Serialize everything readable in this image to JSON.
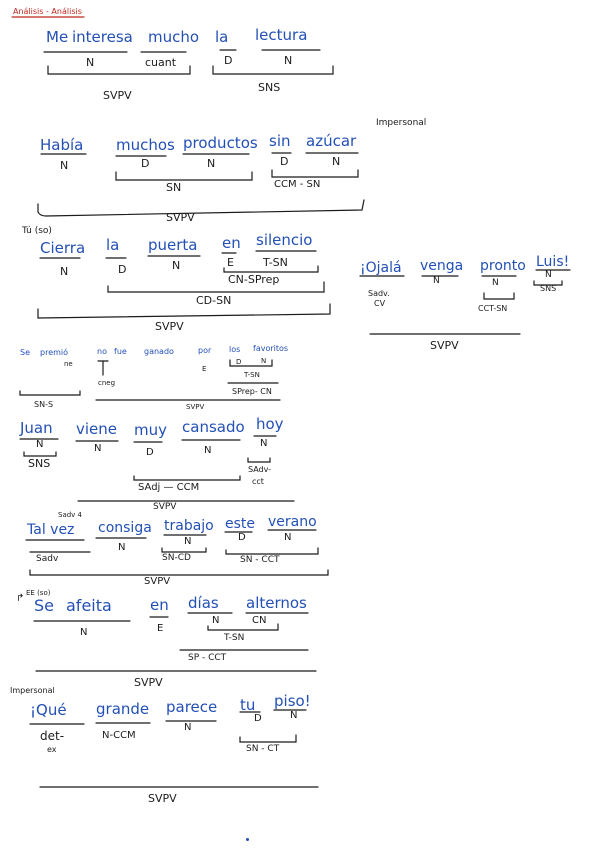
{
  "header": {
    "title": "Análisis - Análisis"
  },
  "s1": {
    "words": [
      "Me",
      "interesa",
      "mucho",
      "la",
      "lectura"
    ],
    "tags": {
      "n1": "N",
      "cuant": "cuant",
      "d": "D",
      "n2": "N"
    },
    "groups": {
      "svpv": "SVPV",
      "sns": "SNS"
    }
  },
  "s2": {
    "note": "Impersonal",
    "words": [
      "Había",
      "muchos",
      "productos",
      "sin",
      "azúcar"
    ],
    "tags": {
      "n1": "N",
      "d1": "D",
      "n2": "N",
      "d2": "D",
      "n3": "N"
    },
    "groups": {
      "sn": "SN",
      "ccm": "CCM - SN",
      "svpv": "SVPV"
    }
  },
  "s3": {
    "note": "Tú (so)",
    "words": [
      "Cierra",
      "la",
      "puerta",
      "en",
      "silencio"
    ],
    "tags": {
      "n1": "N",
      "d": "D",
      "n2": "N",
      "e": "E",
      "tsn": "T-SN"
    },
    "groups": {
      "cnsprep": "CN-SPrep",
      "cdsn": "CD-SN",
      "svpv": "SVPV"
    }
  },
  "s4": {
    "words": [
      "¡Ojalá",
      "venga",
      "pronto",
      "Luis!"
    ],
    "tags": {
      "sadv": "Sadv.",
      "cv": "CV",
      "n1": "N",
      "n2": "N",
      "n3": "N"
    },
    "groups": {
      "sns": "SNS",
      "cctsn": "CCT-SN",
      "svpv": "SVPV"
    }
  },
  "s5": {
    "words": [
      "Se",
      "premió",
      "no",
      "fue",
      "ganado",
      "por",
      "los",
      "favoritos"
    ],
    "tags": {
      "ne": "ne",
      "cneg": "cneg",
      "e": "E",
      "d": "D",
      "n": "N",
      "tsn": "T-SN"
    },
    "groups": {
      "sns": "SN-S",
      "sprep": "SPrep- CN",
      "svpv": "SVPV"
    }
  },
  "s6": {
    "words": [
      "Juan",
      "viene",
      "muy",
      "cansado",
      "hoy"
    ],
    "tags": {
      "n1": "N",
      "n2": "N",
      "d": "D",
      "n3": "N",
      "n4": "N"
    },
    "groups": {
      "sns": "SNS",
      "sadj": "SAdj — CCM",
      "sadvcct": "SAdv-",
      "cct": "cct",
      "svpv": "SVPV"
    }
  },
  "s7": {
    "note": "Sadv 4",
    "words": [
      "Tal vez",
      "consiga",
      "trabajo",
      "este",
      "verano"
    ],
    "tags": {
      "n1": "N",
      "n2": "N",
      "d": "D",
      "n3": "N"
    },
    "groups": {
      "sadv": "Sadv",
      "sncd": "SN-CD",
      "sncct": "SN - CCT",
      "svpv": "SVPV"
    }
  },
  "s8": {
    "note": "EE (so)",
    "words": [
      "Se",
      "afeita",
      "en",
      "días",
      "alternos"
    ],
    "tags": {
      "n1": "N",
      "e": "E",
      "n2": "N",
      "cn": "CN",
      "tsn": "T-SN"
    },
    "groups": {
      "spcct": "SP - CCT",
      "svpv": "SVPV"
    }
  },
  "s9": {
    "note": "Impersonal",
    "words": [
      "¡Qué",
      "grande",
      "parece",
      "tu",
      "piso!"
    ],
    "tags": {
      "det": "det-",
      "ex": "ex",
      "ncom": "N-CCM",
      "n1": "N",
      "d": "D",
      "n2": "N"
    },
    "groups": {
      "snct": "SN - CT",
      "svpv": "SVPV"
    }
  }
}
